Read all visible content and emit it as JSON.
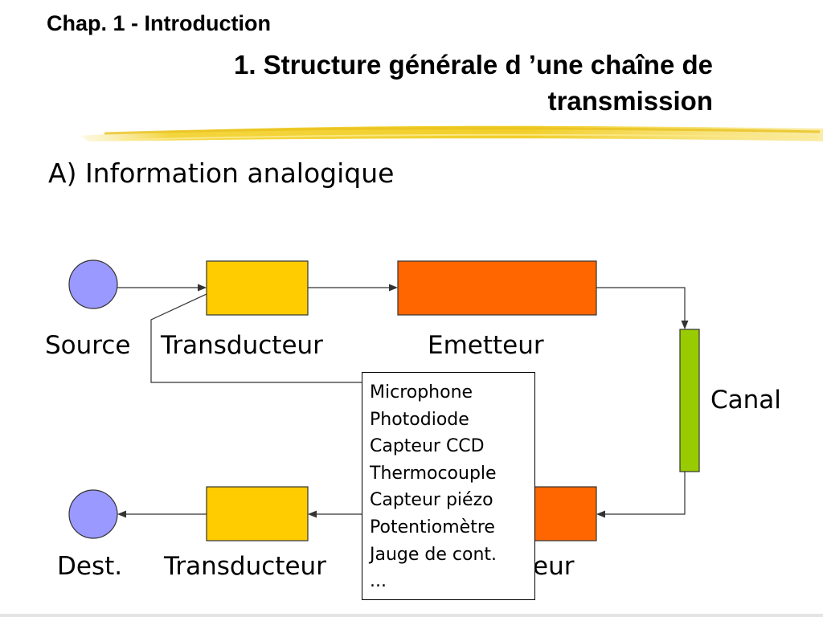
{
  "header": {
    "chapter": "Chap. 1 - Introduction",
    "title_line1": "1. Structure générale d ’une chaîne de",
    "title_line2": "transmission"
  },
  "section": {
    "subtitle": "A) Information analogique"
  },
  "diagram": {
    "labels": {
      "source": "Source",
      "transducer_top": "Transducteur",
      "emitter": "Emetteur",
      "channel": "Canal",
      "destination": "Dest.",
      "transducer_bottom": "Transducteur",
      "receiver_partial": "eur"
    },
    "colors": {
      "endpoint": "#9999ff",
      "transducer": "#ffcc00",
      "emitter": "#ff6600",
      "channel": "#99cc00",
      "underline": "#f2d33a"
    },
    "transducer_examples": [
      "Microphone",
      "Photodiode",
      "Capteur CCD",
      "Thermocouple",
      "Capteur piézo",
      "Potentiomètre",
      "Jauge de cont.",
      "..."
    ]
  }
}
